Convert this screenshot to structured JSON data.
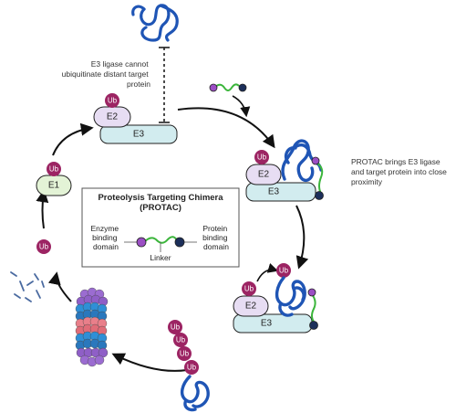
{
  "labels": {
    "ub": "Ub",
    "e1": "E1",
    "e2": "E2",
    "e3": "E3",
    "note_cannot": [
      "E3 ligase cannot",
      "ubiquitinate distant target",
      "protein"
    ],
    "note_brings": [
      "PROTAC brings E3 ligase",
      "and target protein into close",
      "proximity"
    ]
  },
  "legend": {
    "title_line1": "Proteolysis Targeting Chimera",
    "title_line2": "(PROTAC)",
    "left_label": [
      "Enzyme",
      "binding",
      "domain"
    ],
    "right_label": [
      "Protein",
      "binding",
      "domain"
    ],
    "linker_label": "Linker"
  },
  "colors": {
    "ubiquitin": "#9c2463",
    "e1_fill": "#e3f3d6",
    "e2_fill": "#e7ddf3",
    "e3_fill": "#d2ecef",
    "protein": "#1f55b5",
    "linker": "#3bb53b",
    "enzyme_ball": "#9b4fc4",
    "protein_ball": "#1c2f5a"
  }
}
